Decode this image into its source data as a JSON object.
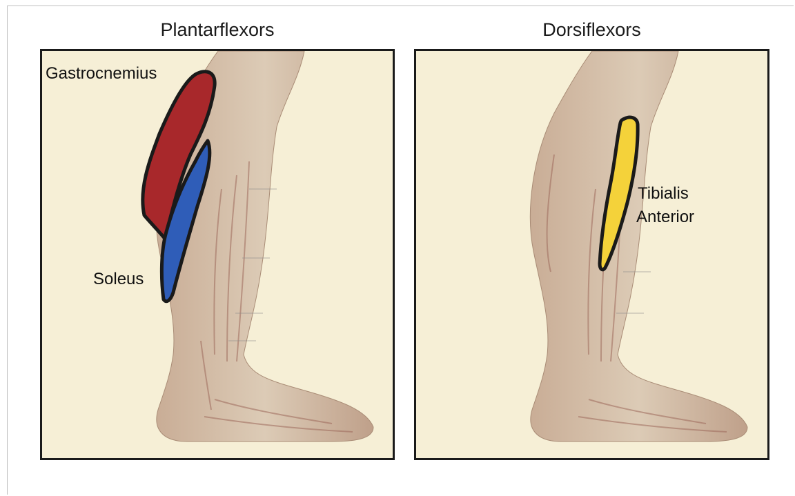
{
  "panels": {
    "left": {
      "title": "Plantarflexors",
      "labels": {
        "gastrocnemius": "Gastrocnemius",
        "soleus": "Soleus"
      }
    },
    "right": {
      "title": "Dorsiflexors",
      "labels": {
        "tibialis_line1": "Tibialis",
        "tibialis_line2": "Anterior"
      }
    }
  },
  "colors": {
    "gastrocnemius": "#a8282b",
    "soleus": "#2f5db8",
    "tibialis_anterior": "#f4d23a",
    "panel_background": "#f6efd6",
    "outline": "#1a1a1a"
  },
  "icons": {
    "leg_illustration": "leg-anatomy-illustration"
  }
}
